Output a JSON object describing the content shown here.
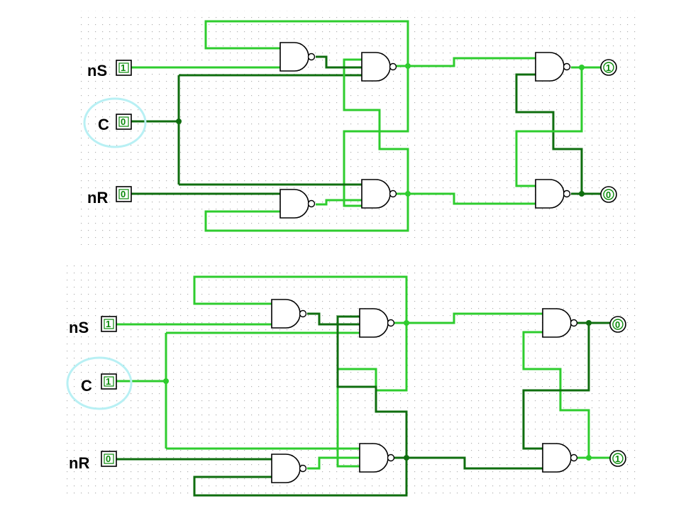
{
  "circuits": [
    {
      "id": "top",
      "inputs": [
        {
          "label": "nS",
          "value": "1"
        },
        {
          "label": "C",
          "value": "0"
        },
        {
          "label": "nR",
          "value": "0"
        }
      ],
      "outputs": [
        {
          "value": "1"
        },
        {
          "value": "0"
        }
      ]
    },
    {
      "id": "bottom",
      "inputs": [
        {
          "label": "nS",
          "value": "1"
        },
        {
          "label": "C",
          "value": "1"
        },
        {
          "label": "nR",
          "value": "0"
        }
      ],
      "outputs": [
        {
          "value": "0"
        },
        {
          "value": "1"
        }
      ]
    }
  ],
  "colors": {
    "wire_high": "#2ecc2e",
    "wire_low": "#0f6e0f",
    "highlight": "#b8f0f4"
  },
  "icons": [
    "nand-gate",
    "input-pin",
    "output-led"
  ]
}
